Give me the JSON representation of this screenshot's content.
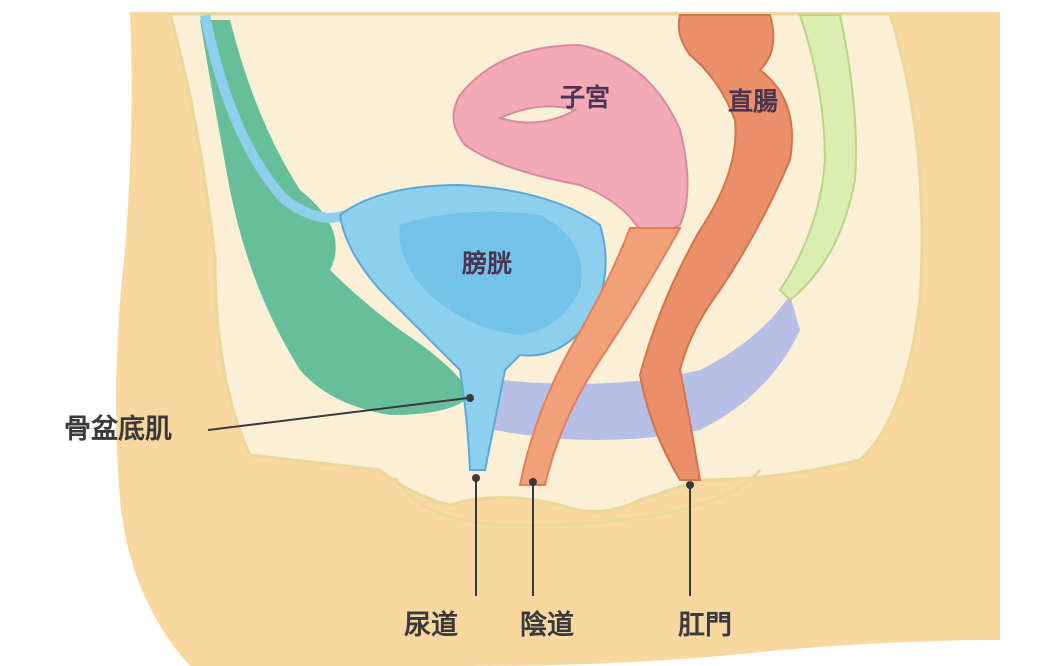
{
  "colors": {
    "skin": "#f8d8a0",
    "body_bg": "#fbefd6",
    "pelvic_outline": "#ead79a",
    "pubic_bone": "#4cb590",
    "bladder": "#8fcfee",
    "bladder_inner": "#6cbfe6",
    "uterus": "#f3a9b8",
    "rectum": "#e9906a",
    "spine": "#dcedb0",
    "pelvic_floor": "#b7bfe6",
    "leader_line": "#3a3a3a"
  },
  "labels": {
    "bladder": "膀胱",
    "uterus": "子宮",
    "rectum": "直腸",
    "pelvic_floor": "骨盆底肌",
    "urethra": "尿道",
    "vagina": "陰道",
    "anus": "肛門"
  }
}
